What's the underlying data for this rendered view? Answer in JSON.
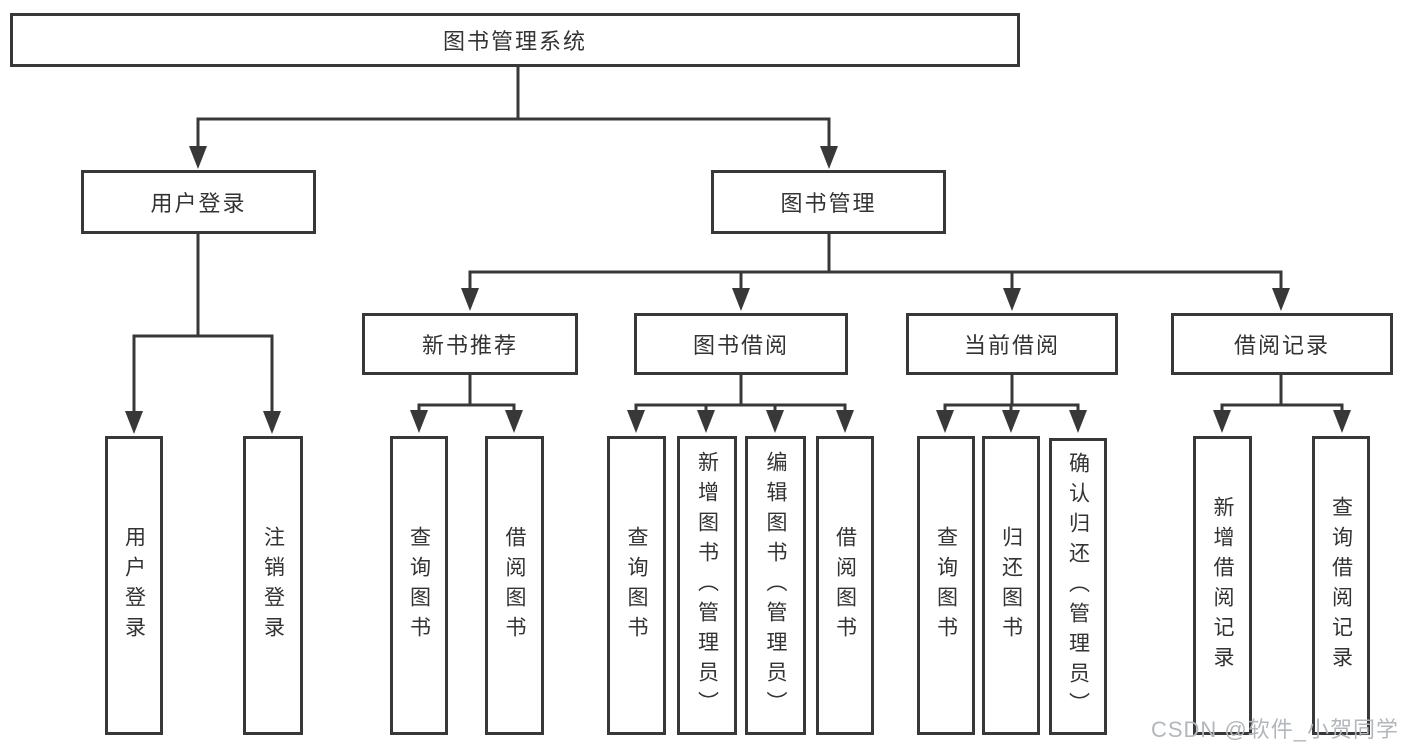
{
  "diagram": {
    "root": "图书管理系统",
    "branches": {
      "user_login": {
        "label": "用户登录",
        "children": [
          "用户登录",
          "注销登录"
        ]
      },
      "book_mgmt": {
        "label": "图书管理",
        "sections": [
          {
            "label": "新书推荐",
            "children": [
              "查询图书",
              "借阅图书"
            ]
          },
          {
            "label": "图书借阅",
            "children": [
              "查询图书",
              "新增图书（管理员）",
              "编辑图书（管理员）",
              "借阅图书"
            ]
          },
          {
            "label": "当前借阅",
            "children": [
              "查询图书",
              "归还图书",
              "确认归还（管理员）"
            ]
          },
          {
            "label": "借阅记录",
            "children": [
              "新增借阅记录",
              "查询借阅记录"
            ]
          }
        ]
      }
    }
  },
  "watermark": "CSDN @软件_小贺同学"
}
